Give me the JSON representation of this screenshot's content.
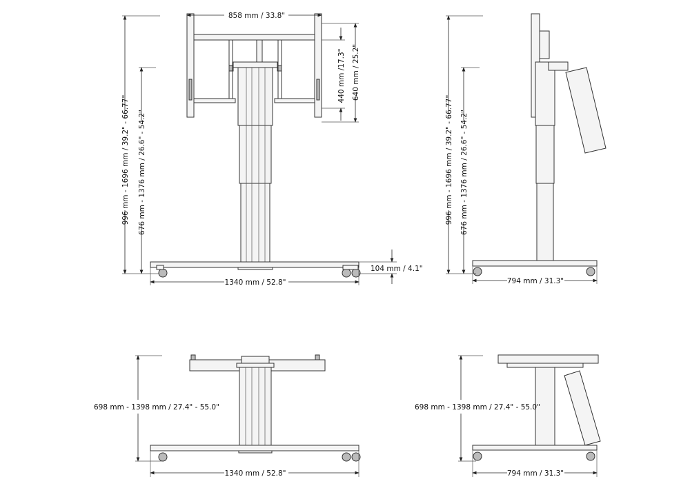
{
  "title": "Motorized mobile display stand dimension drawing",
  "views": {
    "front_raised": {
      "width_mount": "858 mm / 33.8\"",
      "vesa_440": "440 mm /17.3\"",
      "vesa_640": "640 mm / 25.2\"",
      "height_top": "996 mm - 1696 mm / 39.2\" - 66.77\"",
      "height_center": "676 mm - 1376 mm / 26.6\" - 54.2\"",
      "base_height": "104 mm / 4.1\"",
      "base_width": "1340 mm / 52.8\""
    },
    "side_raised": {
      "height_top": "996 mm - 1696 mm / 39.2\" - 66.77\"",
      "height_center": "676 mm - 1376 mm / 26.6\" - 54.2\"",
      "base_depth": "794 mm / 31.3\""
    },
    "front_table": {
      "height": "698 mm - 1398 mm / 27.4\" - 55.0\"",
      "base_width": "1340 mm / 52.8\""
    },
    "side_table": {
      "height": "698 mm - 1398 mm / 27.4\" - 55.0\"",
      "base_depth": "794 mm / 31.3\""
    }
  }
}
